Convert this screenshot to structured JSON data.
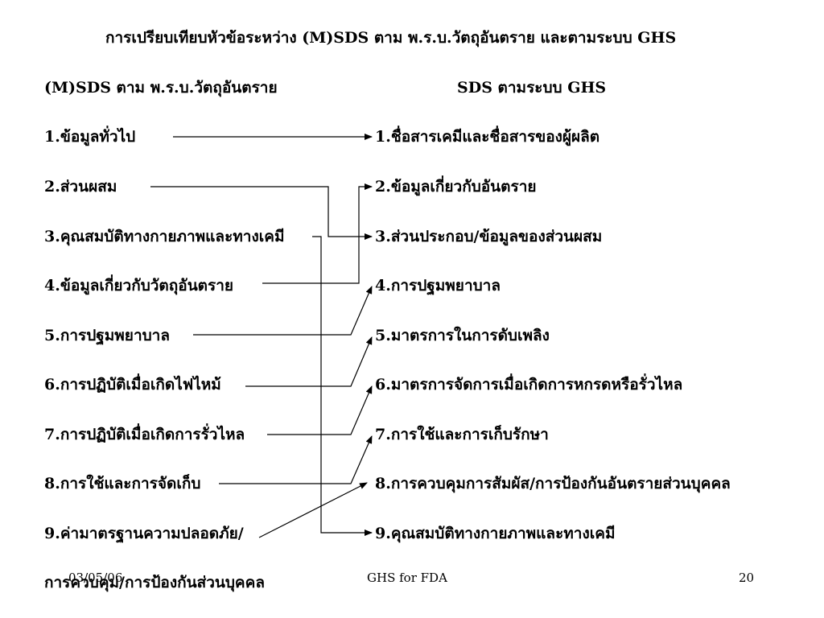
{
  "title": "การเปรียบเทียบหัวข้อระหว่าง (M)SDS ตาม พ.ร.บ.วัตถุอันตราย และตามระบบ GHS",
  "left_header": "(M)SDS ตาม พ.ร.บ.วัตถุอันตราย",
  "right_header": "SDS ตามระบบ GHS",
  "left_items": [
    "1.ข้อมูลทั่วไป",
    "2.ส่วนผสม",
    "3.คุณสมบัติทางกายภาพและทางเคมี",
    "4.ข้อมูลเกี่ยวกับวัตถุอันตราย",
    "5.การปฐมพยาบาล",
    "6.การปฏิบัติเมื่อเกิดไฟไหม้",
    "7.การปฏิบัติเมื่อเกิดการรั่วไหล",
    "8.การใช้และการจัดเก็บ",
    "9.ค่ามาตรฐานความปลอดภัย/",
    "การควบคุม/การป้องกันส่วนบุคคล"
  ],
  "right_items": [
    "1.ชื่อสารเคมีและชื่อสารของผู้ผลิต",
    "2.ข้อมูลเกี่ยวกับอันตราย",
    "3.ส่วนประกอบ/ข้อมูลของส่วนผสม",
    "4.การปฐมพยาบาล",
    "5.มาตรการในการดับเพลิง",
    "6.มาตรการจัดการเมื่อเกิดการหกรดหรือรั่วไหล",
    "7.การใช้และการเก็บรักษา",
    "8.การควบคุมการสัมผัส/การป้องกันอันตรายส่วนบุคคล",
    "9.คุณสมบัติทางกายภาพและทางเคมี"
  ],
  "footer": {
    "date": "03/05/06",
    "center": "GHS for FDA",
    "page": "20"
  }
}
